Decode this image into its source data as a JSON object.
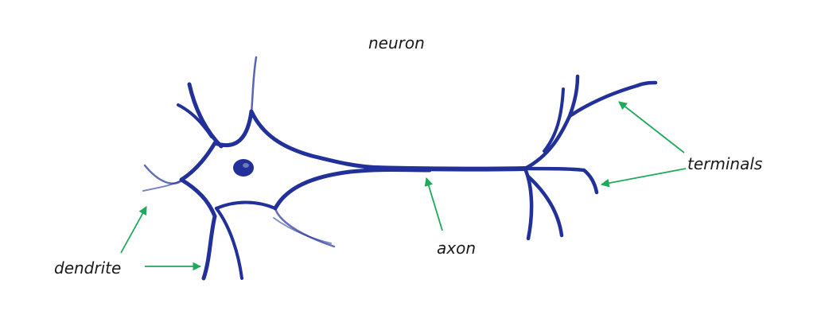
{
  "title": "neuron",
  "labels": {
    "terminals": "terminals",
    "axon": "axon",
    "dendrite": "dendrite"
  },
  "colors": {
    "neuron_stroke": "#22319a",
    "arrow": "#1eaa5a",
    "text": "#1a1a1a",
    "background": "#ffffff"
  }
}
